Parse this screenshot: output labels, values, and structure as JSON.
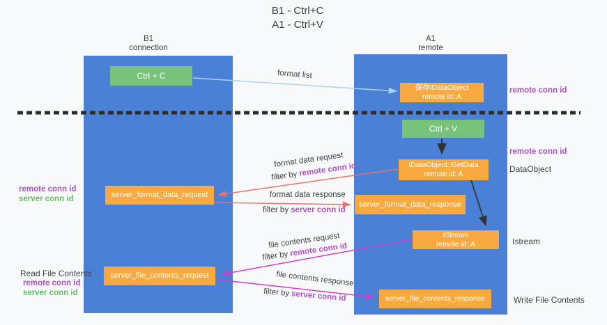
{
  "title": {
    "line1": "B1 - Ctrl+C",
    "line2": "A1 - Ctrl+V"
  },
  "lanes": {
    "left": {
      "name": "B1",
      "subtitle": "connection"
    },
    "right": {
      "name": "A1",
      "subtitle": "remote"
    }
  },
  "nodes": {
    "ctrl_c": {
      "label": "Ctrl + C"
    },
    "ctrl_v": {
      "label": "Ctrl + V"
    },
    "saved_dataobject": {
      "line1": "保存IDataObject",
      "line2": "remote id: A"
    },
    "getdata": {
      "line1": "IDataObject::GetData",
      "line2": "remote id: A"
    },
    "istream": {
      "line1": "IStream",
      "line2": "remote id: A"
    },
    "server_format_data_request": {
      "label": "server_format_data_request"
    },
    "server_format_data_response": {
      "label": "server_format_data_response"
    },
    "server_file_contents_request": {
      "label": "server_file_contents_request"
    },
    "server_file_contents_response": {
      "label": "server_file_contents_response"
    }
  },
  "edge_labels": {
    "format_list": "format list",
    "format_data_request": "format data request",
    "format_data_response": "format data response",
    "file_contents_request": "file contents request",
    "file_contents_response": "file contents response",
    "filter_by": "filter by",
    "remote_conn_id": "remote conn id",
    "server_conn_id": "server conn id"
  },
  "side_labels": {
    "left_remote_conn_id_1": "remote conn id",
    "left_server_conn_id_1": "server conn id",
    "read_file_contents": "Read File Contents",
    "left_remote_conn_id_2": "remote conn id",
    "left_server_conn_id_2": "server conn id",
    "right_remote_conn_id_1": "remote conn id",
    "right_remote_conn_id_2": "remote conn id",
    "dataobject": "DataObject",
    "istream": "Istream",
    "write_file_contents": "Write File Contents"
  },
  "colors": {
    "lane_blue": "#4a80d6",
    "box_green": "#78c37b",
    "box_orange": "#f8aa40",
    "purple_text": "#a855bb",
    "green_text": "#68bd6c",
    "arrow_blue": "#a9d3ee",
    "arrow_salmon": "#e8726e",
    "arrow_magenta": "#cb3fcb",
    "arrow_black": "#333333",
    "dashed_line": "#2b2b2b"
  }
}
